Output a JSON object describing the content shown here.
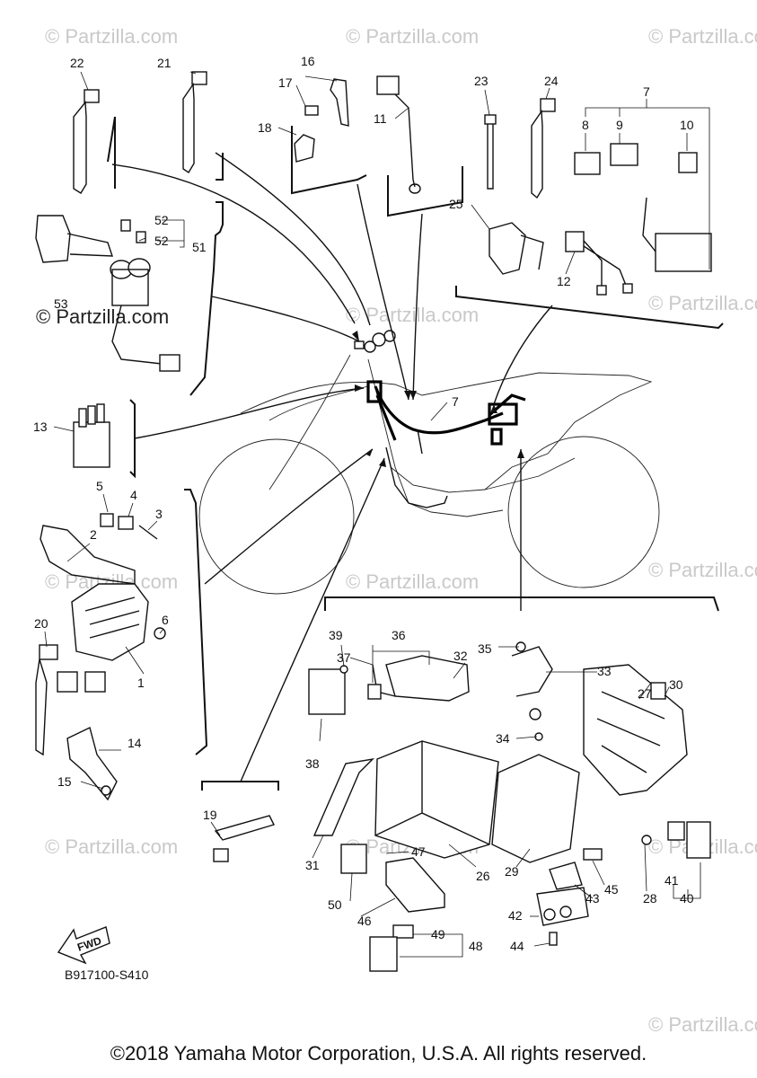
{
  "watermarks": [
    "© Partzilla.com",
    "© Partzilla.com",
    "© Partzilla.com",
    "© Partzilla.com",
    "© Partzilla.com",
    "© Partzilla.com",
    "© Partzilla.com",
    "© Partzilla.com",
    "© Partzilla.com",
    "© Partzilla.com",
    "© Partzilla.com",
    "© Partzilla.com"
  ],
  "watermark_dark": "© Partzilla.com",
  "callouts": [
    "1",
    "2",
    "3",
    "4",
    "5",
    "6",
    "7",
    "7",
    "8",
    "9",
    "10",
    "11",
    "12",
    "13",
    "14",
    "15",
    "16",
    "17",
    "18",
    "19",
    "20",
    "21",
    "22",
    "23",
    "24",
    "25",
    "26",
    "27",
    "28",
    "29",
    "30",
    "31",
    "32",
    "33",
    "34",
    "35",
    "36",
    "37",
    "38",
    "39",
    "40",
    "41",
    "42",
    "43",
    "44",
    "45",
    "46",
    "47",
    "48",
    "49",
    "50",
    "51",
    "52",
    "52",
    "53"
  ],
  "fwd_label": "FWD",
  "diagram_code": "B917100-S410",
  "copyright": "©2018 Yamaha Motor Corporation, U.S.A. All rights reserved."
}
